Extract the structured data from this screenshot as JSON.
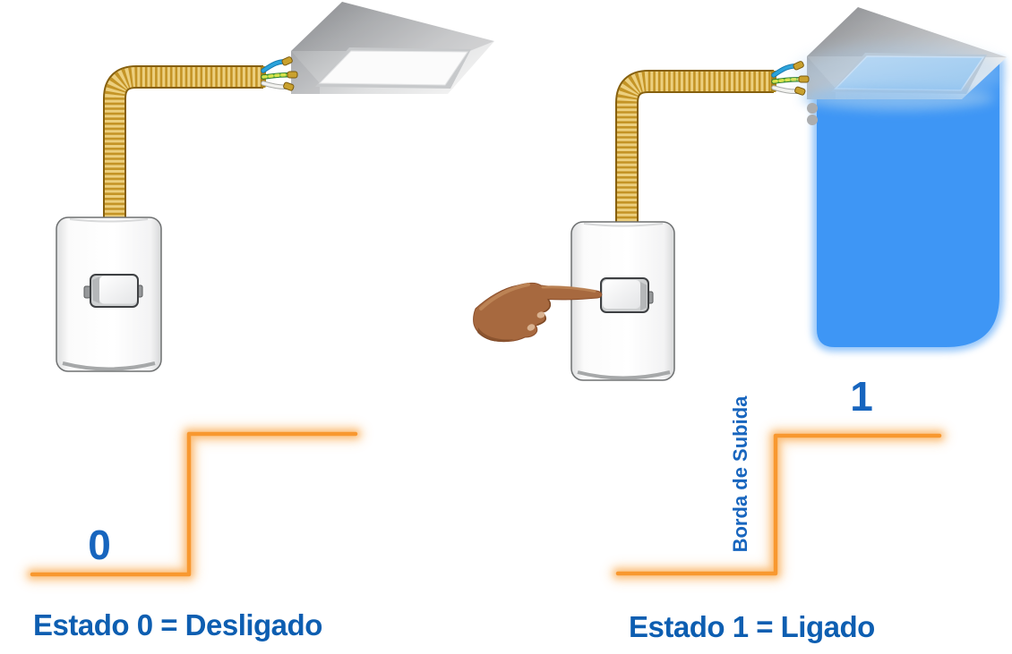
{
  "scenes": {
    "left": {
      "caption": "Estado 0 = Desligado",
      "signal_label": "0",
      "signal_shape": "step-rising",
      "lamp_state": "off",
      "graphics": [
        "ceiling-light-off",
        "flexible-conduit",
        "wall-switch",
        "signal-step"
      ]
    },
    "right": {
      "caption": "Estado 1 = Ligado",
      "signal_label": "1",
      "edge_label": "Borda de Subida",
      "signal_shape": "step-rising",
      "lamp_state": "on",
      "graphics": [
        "ceiling-light-on",
        "light-beam",
        "flexible-conduit",
        "wall-switch",
        "pointing-hand",
        "signal-step"
      ]
    }
  },
  "colors": {
    "caption_blue": "#0D5EB1",
    "label_blue": "#1765BE",
    "signal_orange": "#F8982F",
    "signal_glow": "#F9A341",
    "beam_blue": "#3E96F5",
    "conduit_gold": "#ECCF7E",
    "conduit_band": "#C49426",
    "wire_blue": "#2BA3DB",
    "wire_green": "#46AC40",
    "wire_white": "#F2F2EF"
  }
}
